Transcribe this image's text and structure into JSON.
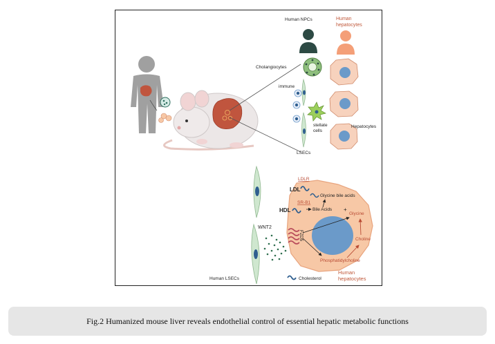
{
  "figure": {
    "label_human_npcs": "Human NPCs",
    "label_human_hepatocytes_top": "Human hepatocytes",
    "label_cholangiocytes": "Cholangiocytes",
    "label_immune": "immune",
    "label_stellate_cells": "stellate cells",
    "label_hepatocytes": "Hepatocytes",
    "label_lsecs": "LSECs",
    "label_ldlr": "LDLR",
    "label_ldl": "LDL",
    "label_srb1": "SR-B1",
    "label_hdl": "HDL",
    "label_glycine_bile_acids": "Glycine bile acids",
    "label_bile_acids": "Bile Acids",
    "label_glycine": "Glycine",
    "label_choline": "Choline",
    "label_phosphatidylcholine": "Phosphatidylcholine",
    "label_wnt2": "WNT2",
    "label_fzd5": "FZD5",
    "label_human_lsecs": "Human LSECs",
    "label_cholesterol": "Cholesterol",
    "label_human_hepatocytes_bottom": "Human hepatocytes"
  },
  "caption": "Fig.2 Humanized mouse liver reveals endothelial control of essential hepatic metabolic functions",
  "colors": {
    "hepatocyte_fill": "#f7c8a6",
    "hepatocyte_text": "#c0583a",
    "nucleus": "#6b9ac9",
    "lsec_green": "#cfe7cf",
    "npc_dark": "#2d4a44",
    "mouse_body": "#ece7e7",
    "liver": "#c0553e"
  }
}
